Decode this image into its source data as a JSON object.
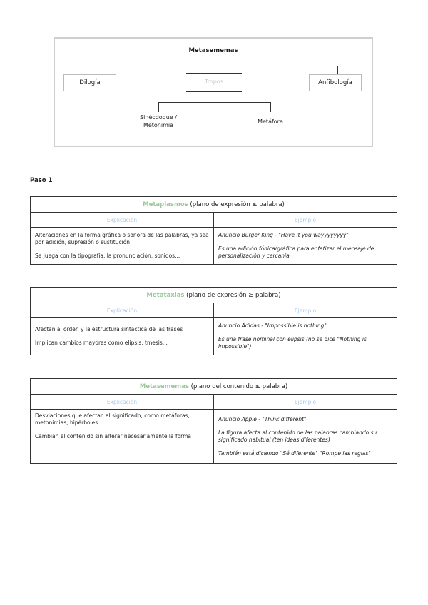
{
  "diagram": {
    "title": "Metasememas",
    "left_box": "Dilogía",
    "center_label": "Tropos",
    "right_box": "Anfibología",
    "child_left": "Sinécdoque / Metonimia",
    "child_right": "Metáfora"
  },
  "step_label": "Paso 1",
  "tables": [
    {
      "name": "Metaplasmos",
      "rest": " (plano de expresión ≤ palabra)",
      "col1": "Explicación",
      "col2": "Ejemplo",
      "explicacion": [
        "Alteraciones en la forma gráfica o sonora de las palabras, ya sea por adición, supresión o sustitución",
        "Se juega con la tipografía, la pronunciación, sonidos..."
      ],
      "ejemplo": [
        "Anuncio Burger King - \"Have it you wayyyyyyyy\"",
        "Es una adición fónica/gráfica para enfatizar el mensaje de personalización y cercanía"
      ]
    },
    {
      "name": "Metataxias",
      "rest": " (plano de expresión ≥ palabra)",
      "col1": "Explicación",
      "col2": "Ejemplo",
      "explicacion": [
        "Afectan al orden y la estructura sintáctica de las frases",
        "Implican cambios mayores como elipsis, tmesis..."
      ],
      "ejemplo": [
        "Anuncio Adidas - \"Impossible is nothing\"",
        "Es una frase nominal con elipsis (no se dice \"Nothing is impossible\")"
      ]
    },
    {
      "name": "Metasememas",
      "rest": " (plano del contenido ≤ palabra)",
      "col1": "Explicación",
      "col2": "Ejemplo",
      "explicacion": [
        "Desviaciones que afectan al significado, como metáforas, metonimias, hipérboles...",
        "Cambian el contenido sin alterar necesariamente la forma"
      ],
      "ejemplo": [
        "Anuncio Apple - \"Think different\"",
        "La figura afecta al contenido de las palabras cambiando su significado habitual (ten ideas diferentes)",
        "También está diciendo \"Sé diferente\" \"Rompe las reglas\""
      ]
    }
  ]
}
